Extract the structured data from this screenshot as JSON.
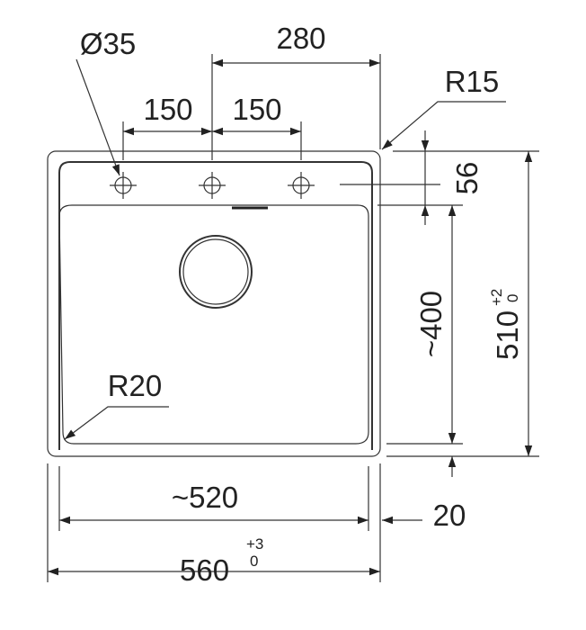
{
  "drawing": {
    "hole_diameter": "Ø35",
    "hole_spacing_total": "280",
    "hole_spacing_1": "150",
    "hole_spacing_2": "150",
    "corner_radius_outer": "R15",
    "corner_radius_bowl": "R20",
    "deck_depth": "56",
    "bowl_depth": "~400",
    "overall_depth": "510",
    "overall_depth_tol_upper": "+2",
    "overall_depth_tol_lower": "0",
    "bowl_width": "~520",
    "rim_offset": "20",
    "overall_width": "560",
    "overall_width_tol_upper": "+3",
    "overall_width_tol_lower": "0"
  }
}
